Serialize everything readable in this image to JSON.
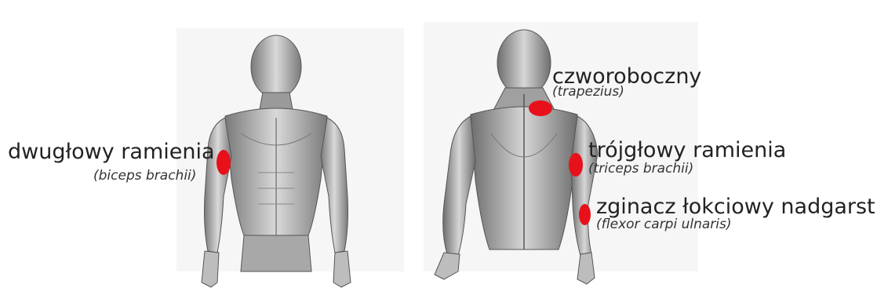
{
  "front_view": {
    "muscle": {
      "name": "dwugłowy ramienia",
      "latin": "(biceps brachii)"
    }
  },
  "back_view": {
    "muscles": [
      {
        "name": "czworoboczny",
        "latin": "(trapezius)"
      },
      {
        "name": "trójgłowy ramienia",
        "latin": "(triceps brachii)"
      },
      {
        "name": "zginacz łokciowy nadgarstka",
        "latin": "(flexor carpi ulnaris)"
      }
    ]
  },
  "colors": {
    "marker": "#e8101a",
    "anatomy_light": "#e6e6e6",
    "anatomy_mid": "#bdbdbd",
    "anatomy_dark": "#5c5c5c",
    "panel_bg": "#f7f7f7"
  }
}
